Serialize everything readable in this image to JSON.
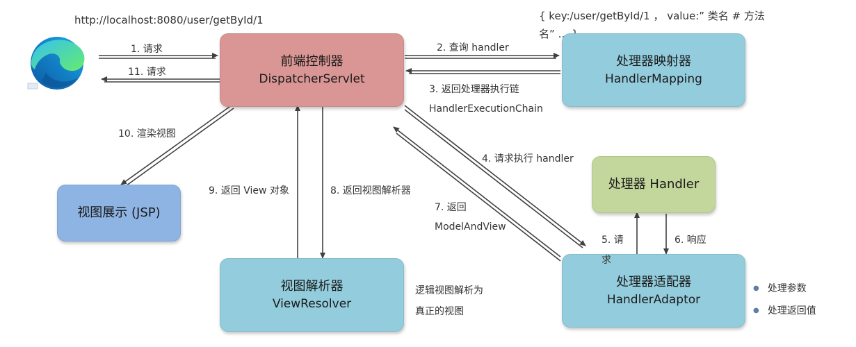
{
  "colors": {
    "dispatcher": "#d99694",
    "handler_mapping": "#93cddd",
    "handler": "#c3d69b",
    "view_resolver": "#93cddd",
    "handler_adaptor": "#93cddd",
    "view": "#8eb4e3",
    "arrow": "#404040"
  },
  "url": "http://localhost:8080/user/getById/1",
  "map_note": {
    "line1": "{ key:/user/getById/1 ，  value:” 类名 # 方法",
    "line2": "名” … }"
  },
  "browser_icon": "edge-browser-icon",
  "boxes": {
    "dispatcher": {
      "title": "前端控制器",
      "subtitle": "DispatcherServlet"
    },
    "handler_mapping": {
      "title": "处理器映射器",
      "subtitle": "HandlerMapping"
    },
    "handler": {
      "title": "处理器 Handler"
    },
    "view_resolver": {
      "title": "视图解析器",
      "subtitle": "ViewResolver"
    },
    "handler_adaptor": {
      "title": "处理器适配器",
      "subtitle": "HandlerAdaptor"
    },
    "view": {
      "title": "视图展示 (JSP)"
    }
  },
  "steps": {
    "s1": "1. 请求",
    "s2": "2. 查询 handler",
    "s3_line1": "3. 返回处理器执行链",
    "s3_line2": "HandlerExecutionChain",
    "s4": "4. 请求执行 handler",
    "s5_line1": "5. 请",
    "s5_line2": "求",
    "s6": "6. 响应",
    "s7_line1": "7. 返回",
    "s7_line2": "ModelAndView",
    "s8": "8. 返回视图解析器",
    "s9": "9. 返回 View 对象",
    "s10": "10. 渲染视图",
    "s11": "11. 请求"
  },
  "resolver_note": {
    "line1": "逻辑视图解析为",
    "line2": "真正的视图"
  },
  "adaptor_notes": [
    "处理参数",
    "处理返回值"
  ]
}
